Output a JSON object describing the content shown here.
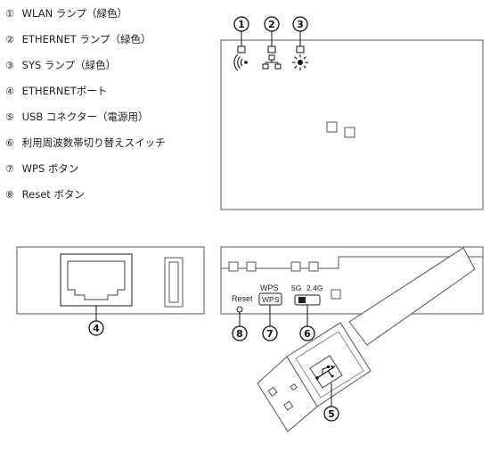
{
  "legend": {
    "items": [
      {
        "num": "①",
        "label": "WLAN ランプ（緑色）"
      },
      {
        "num": "②",
        "label": "ETHERNET ランプ（緑色）"
      },
      {
        "num": "③",
        "label": "SYS ランプ（緑色）"
      },
      {
        "num": "④",
        "label": "ETHERNETポート"
      },
      {
        "num": "⑤",
        "label": "USB コネクター（電源用）"
      },
      {
        "num": "⑥",
        "label": "利用周波数帯切り替えスイッチ"
      },
      {
        "num": "⑦",
        "label": "WPS ボタン"
      },
      {
        "num": "⑧",
        "label": "Reset ボタン"
      }
    ]
  },
  "callouts": {
    "c1": "1",
    "c2": "2",
    "c3": "3",
    "c4": "4",
    "c5": "5",
    "c6": "6",
    "c7": "7",
    "c8": "8"
  },
  "side_panel": {
    "reset_label": "Reset",
    "wps_top_label": "WPS",
    "wps_button_label": "WPS",
    "band_5g_label": "5G",
    "band_24g_label": "2.4G"
  },
  "icons": {
    "wlan": "wifi-icon",
    "ethernet": "network-icon",
    "sys": "sun-icon",
    "usb": "usb-icon"
  }
}
